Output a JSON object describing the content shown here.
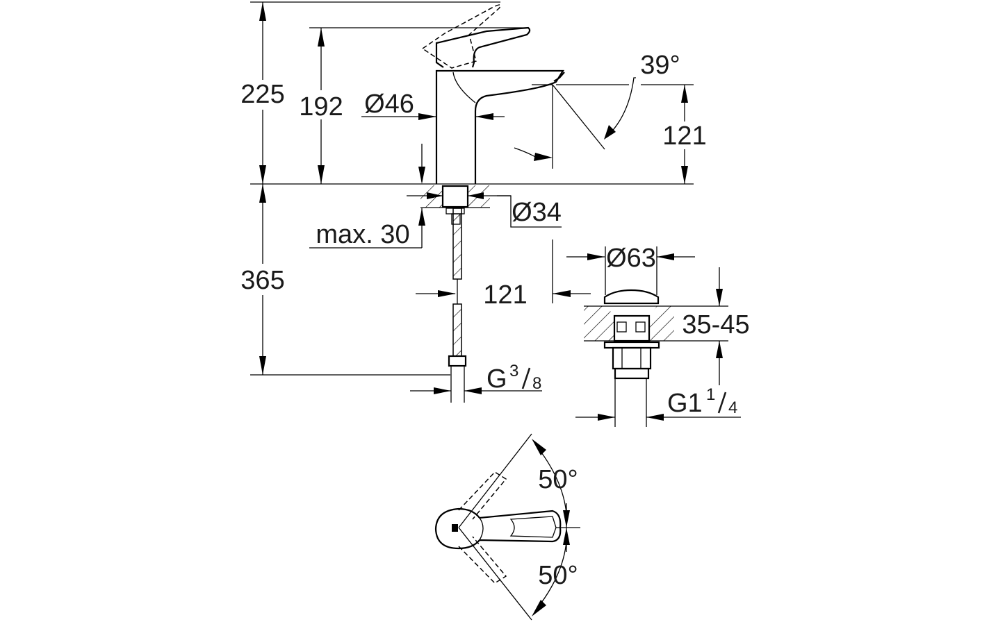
{
  "drawing": {
    "side_view": {
      "overall_height": "225",
      "spout_height": "192",
      "body_diameter": "Ø46",
      "spout_angle": "39°",
      "spout_outlet_height": "121",
      "hole_diameter": "Ø34",
      "max_deck_thickness": "max. 30",
      "hose_length": "365",
      "spout_reach": "121",
      "hose_connection_main": "G",
      "hose_connection_num": "3",
      "hose_connection_den": "8"
    },
    "waste_view": {
      "cap_diameter": "Ø63",
      "deck_range": "35-45",
      "thread_main": "G1",
      "thread_num": "1",
      "thread_den": "4"
    },
    "top_view": {
      "rotation_up": "50°",
      "rotation_down": "50°"
    }
  }
}
